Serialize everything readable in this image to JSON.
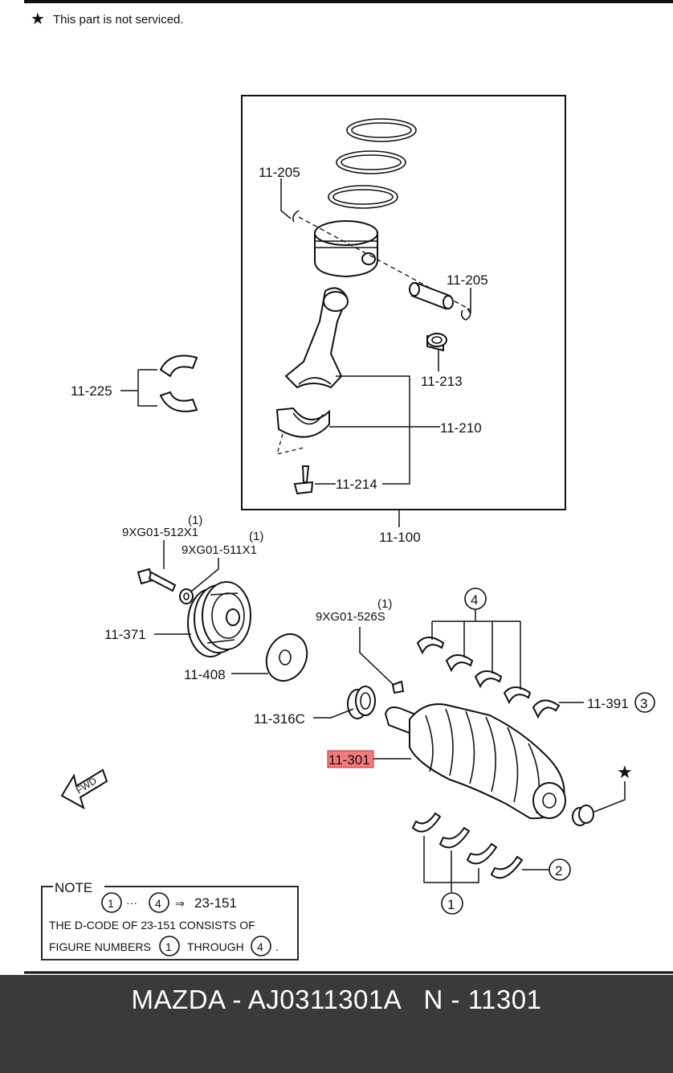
{
  "header_note": "This part is not serviced.",
  "labels": {
    "piston_clip_upper": "11-205",
    "piston_clip_lower": "11-205",
    "pin_bushing": "11-213",
    "conrod_bearing_upper": "11-225",
    "conrod_bearing": "11-210",
    "conrod_bolt": "11-214",
    "piston_rod_assembly": "11-100",
    "pulley_bolt": "9XG01-512X1",
    "pulley_bolt_qty": "(1)",
    "pulley_washer": "9XG01-511X1",
    "pulley_washer_qty": "(1)",
    "crank_pulley": "11-371",
    "pulley_plate": "11-408",
    "crank_key": "9XG01-526S",
    "crank_key_qty": "(1)",
    "front_seal": "11-316C",
    "crankshaft": "11-301",
    "thrust_bearing": "11-391",
    "thrust_bearing_ref": "3",
    "upper_bearings_ref": "4",
    "lower_bearings_ref": "1",
    "lower_bearing_single_ref": "2",
    "pilot_bearing_mark": "★",
    "fwd": "FWD"
  },
  "note_box": {
    "title": "NOTE",
    "line1_from": "1",
    "line1_dots": "···",
    "line1_to": "4",
    "line1_arrow": "⇒",
    "line1_code": "23-151",
    "line2": "THE D-CODE OF   23-151   CONSISTS OF",
    "line3_a": "FIGURE NUMBERS",
    "line3_n1": "1",
    "line3_b": "THROUGH",
    "line3_n2": "4",
    "line3_c": "."
  },
  "highlight_color": "#f47a7a",
  "footer": {
    "text": "MAZDA - AJ0311301A   N - 11301"
  }
}
